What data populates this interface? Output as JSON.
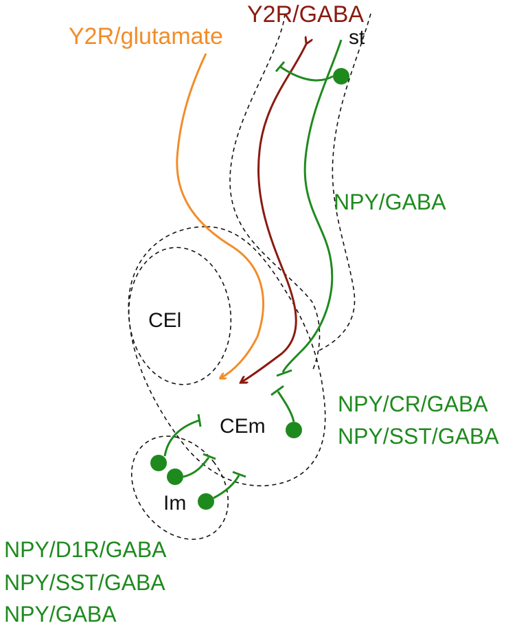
{
  "labels": {
    "y2r_glutamate": "Y2R/glutamate",
    "y2r_gaba": "Y2R/GABA",
    "st": "st",
    "npy_gaba_top": "NPY/GABA",
    "cel": "CEl",
    "cem": "CEm",
    "im": "Im",
    "npy_cr_gaba": "NPY/CR/GABA",
    "npy_sst_gaba_right": "NPY/SST/GABA",
    "npy_d1r_gaba": "NPY/D1R/GABA",
    "npy_sst_gaba_bottom": "NPY/SST/GABA",
    "npy_gaba_bottom": "NPY/GABA"
  },
  "colors": {
    "glutamate": "#f28c28",
    "gaba_y2r": "#8b1a10",
    "npy": "#1e8a1e",
    "text_dark": "#111111",
    "outline": "#111111"
  }
}
